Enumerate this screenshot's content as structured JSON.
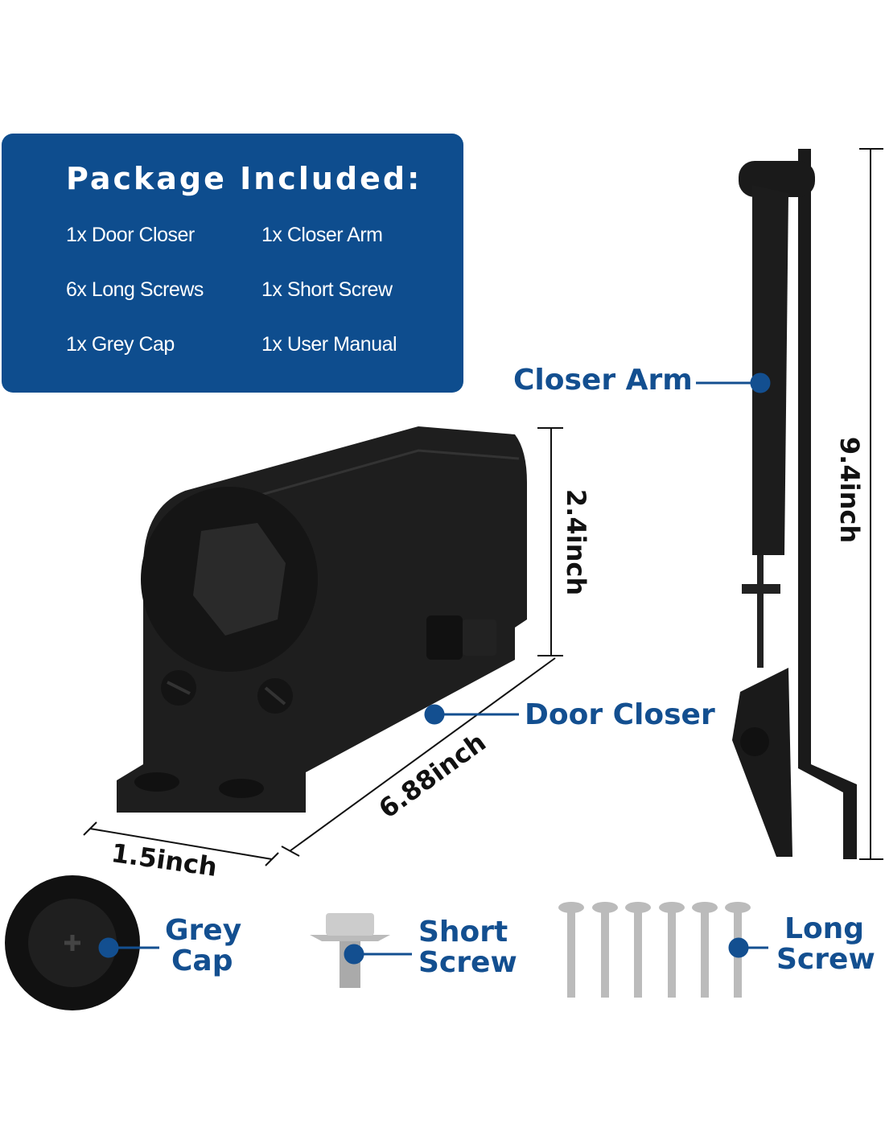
{
  "package": {
    "title": "Package Included:",
    "items": [
      "1x Door Closer",
      "1x Closer Arm",
      "6x Long Screws",
      "1x Short Screw",
      "1x Grey Cap",
      "1x User Manual"
    ]
  },
  "labels": {
    "closer_arm": "Closer Arm",
    "door_closer": "Door Closer",
    "grey_cap_1": "Grey",
    "grey_cap_2": "Cap",
    "short_screw_1": "Short",
    "short_screw_2": "Screw",
    "long_screw_1": "Long",
    "long_screw_2": "Screw"
  },
  "dimensions": {
    "height": "2.4inch",
    "length": "6.88inch",
    "width": "1.5inch",
    "arm_length": "9.4inch"
  },
  "colors": {
    "brand_blue": "#0e4d8e",
    "label_blue": "#134f90",
    "product": "#1c1c1c"
  }
}
